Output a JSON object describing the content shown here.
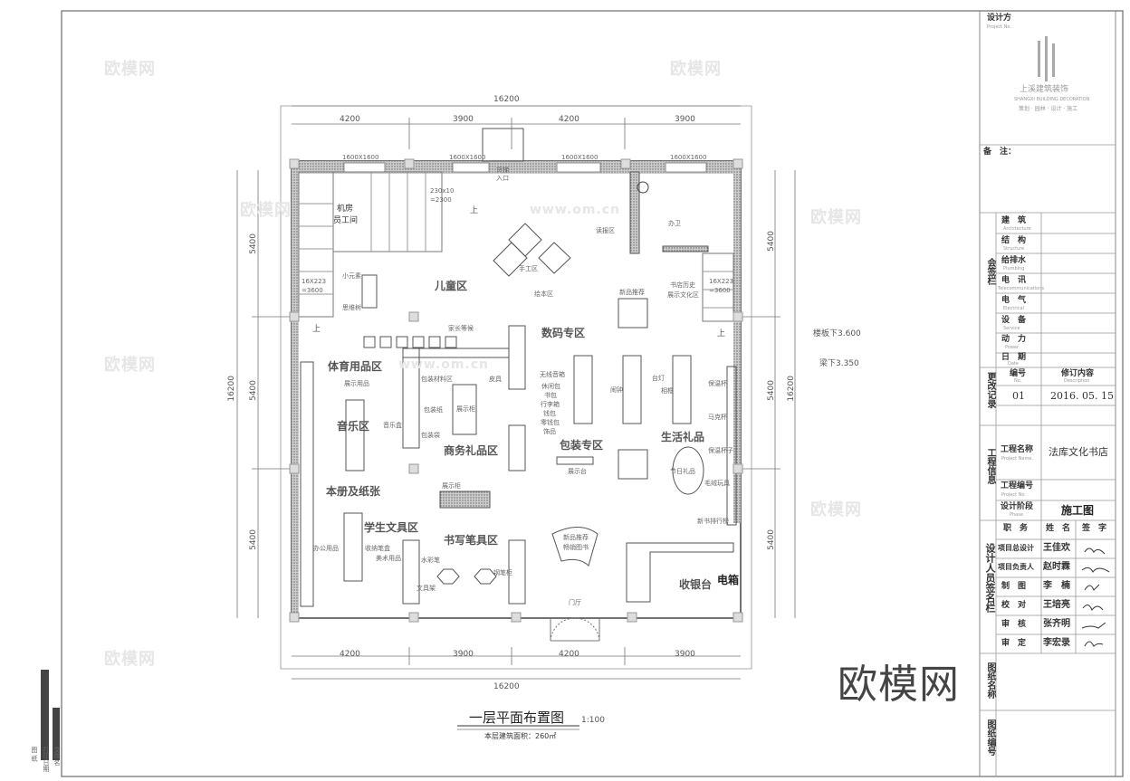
{
  "drawing": {
    "title": "一层平面布置图",
    "scale": "1:100",
    "subtitle": "本层建筑面积：260㎡",
    "dims": {
      "total": "16200",
      "seg_a": "4200",
      "seg_b": "3900",
      "side": "5400"
    },
    "levels": [
      "楼板下3.600",
      "梁下3.350"
    ],
    "windows": [
      "1600X1600",
      "1600X1600",
      "1600X1600",
      "1600X1600"
    ],
    "stairs": {
      "top": "230x10",
      "top2": "=2300",
      "left": "16X223",
      "left2": "=3600",
      "right": "16X223",
      "right2": "=3600",
      "up": "上"
    },
    "rooms": {
      "staff": "机房",
      "staff2": "员工间",
      "freight": "货梯",
      "freight2": "入口",
      "kids": "儿童区",
      "craft": "手工区",
      "picture": "绘本区",
      "reading": "读报区",
      "office": "办卫",
      "history": "书店历史",
      "history2": "展示文化区",
      "sports": "体育用品区",
      "sport_display": "展示用品",
      "music": "音乐区",
      "music_box": "音乐盒",
      "parents": "家长等候",
      "wrap_material": "包装材料区",
      "wrap_paper": "包装纸",
      "wrap_bag": "包装袋",
      "business": "商务礼品区",
      "show_cabinet": "展示柜",
      "leather": "皮具",
      "digital": "数码专区",
      "speaker": "无线音箱",
      "bags": [
        "休闲包",
        "书包",
        "行李箱",
        "钱包",
        "零钱包",
        "饰品"
      ],
      "pack": "包装专区",
      "show_table": "展示台",
      "lamp": "台灯",
      "frame": "相框",
      "clock": "闹钟",
      "life": "生活礼品",
      "thermos": "保温杯",
      "mug": "马克杯",
      "cup": "保温杯子",
      "plush": "毛绒玩具",
      "festival": "节日礼品",
      "new_rank": "新书排行榜",
      "books": "本册及纸张",
      "student": "学生文具区",
      "writing": "书写笔具区",
      "office_supply": "办公用品",
      "art": "美术用品",
      "pen_box": "收纳笔盒",
      "water_color": "水彩笔",
      "pen_display": "文具架",
      "signature": "钢笔柜",
      "cashier": "收银台",
      "elec": "电箱",
      "hall": "门厅",
      "new_books": "新品推荐",
      "new_books2": "畅销图书",
      "small": "小元素",
      "tree": "思维树"
    }
  },
  "title_block": {
    "designer": "设计方",
    "designer_en": "Project No.",
    "company": "上溪建筑装饰",
    "company_en": "SHANGXI BUILDING DECORATION",
    "company_tag": "策划 · 园林 · 设计 · 施工",
    "notes_label": "备　注：",
    "sign_section": "会签栏",
    "sign_rows": [
      {
        "cn": "建　筑",
        "en": "Architecture"
      },
      {
        "cn": "结　构",
        "en": "Structure"
      },
      {
        "cn": "给排水",
        "en": "Plumbing"
      },
      {
        "cn": "电　讯",
        "en": "Telecommunications"
      },
      {
        "cn": "电　气",
        "en": "Electrical"
      },
      {
        "cn": "设　备",
        "en": "Service"
      },
      {
        "cn": "动　力",
        "en": "Power"
      },
      {
        "cn": "日　期",
        "en": "Date"
      }
    ],
    "change_section": "更改记录",
    "change_no": "编号",
    "change_no_en": "No.",
    "change_desc": "修订内容",
    "change_desc_en": "Description",
    "change_rows": [
      {
        "no": "01",
        "desc": "2016. 05. 15"
      }
    ],
    "project_section": "工程信息",
    "project_name_label": "工程名称",
    "project_name_en": "Project Name.",
    "project_name": "法库文化书店",
    "project_no_label": "工程编号",
    "project_no_en": "Project No.",
    "stage_label": "设计阶段",
    "stage_en": "Phase",
    "stage": "施工图",
    "people_section": "设计人员签名栏",
    "col_role": "职　务",
    "col_name": "姓　名",
    "col_sign": "签　字",
    "people": [
      {
        "role": "项目总设计",
        "name": "王佳欢"
      },
      {
        "role": "项目负责人",
        "name": "赵时霖"
      },
      {
        "role": "制　图",
        "name": "李　楠"
      },
      {
        "role": "校　对",
        "name": "王培亮"
      },
      {
        "role": "审　核",
        "name": "张齐明"
      },
      {
        "role": "审　定",
        "name": "李宏录"
      }
    ],
    "drawing_name_section": "图纸名称",
    "drawing_no_section": "图纸编号"
  },
  "left_strip": {
    "label": "图 纸",
    "label2": "打印日期",
    "label3": "文件名"
  },
  "watermarks": {
    "logo": "欧模网",
    "url": "www.om.cn"
  },
  "colors": {
    "line": "#333333",
    "wall": "#666666",
    "hatch": "#bbbbbb",
    "text": "#555555"
  }
}
